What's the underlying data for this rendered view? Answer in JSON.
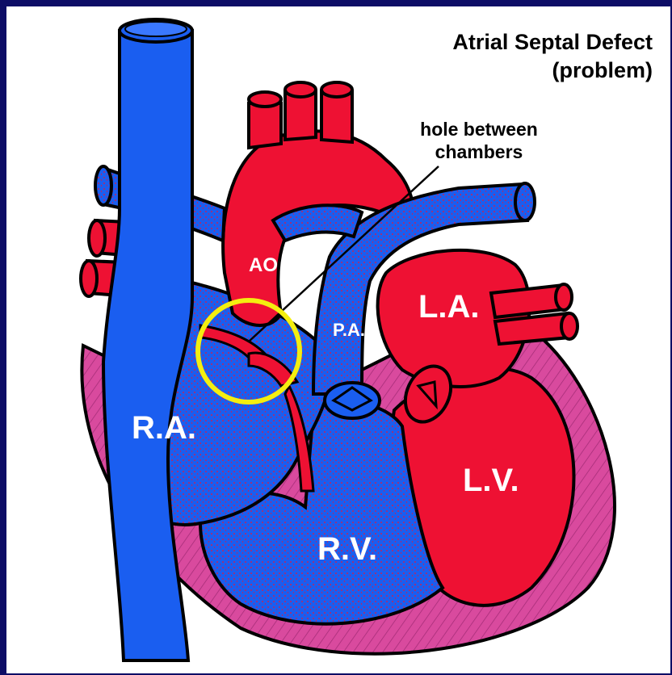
{
  "title": {
    "line1": "Atrial Septal Defect",
    "line2": "(problem)"
  },
  "annotation": {
    "line1": "hole between",
    "line2": "chambers"
  },
  "labels": {
    "ao": "AO",
    "pa": "P.A.",
    "la": "L.A.",
    "ra": "R.A.",
    "lv": "L.V.",
    "rv": "R.V."
  },
  "colors": {
    "frame": "#0d0d66",
    "background": "#ffffff",
    "oxygenated": "#ee1133",
    "deoxygenated": "#1a5ef0",
    "muscle": "#d94a9e",
    "highlight_circle": "#f4ee10",
    "outline": "#000000"
  }
}
